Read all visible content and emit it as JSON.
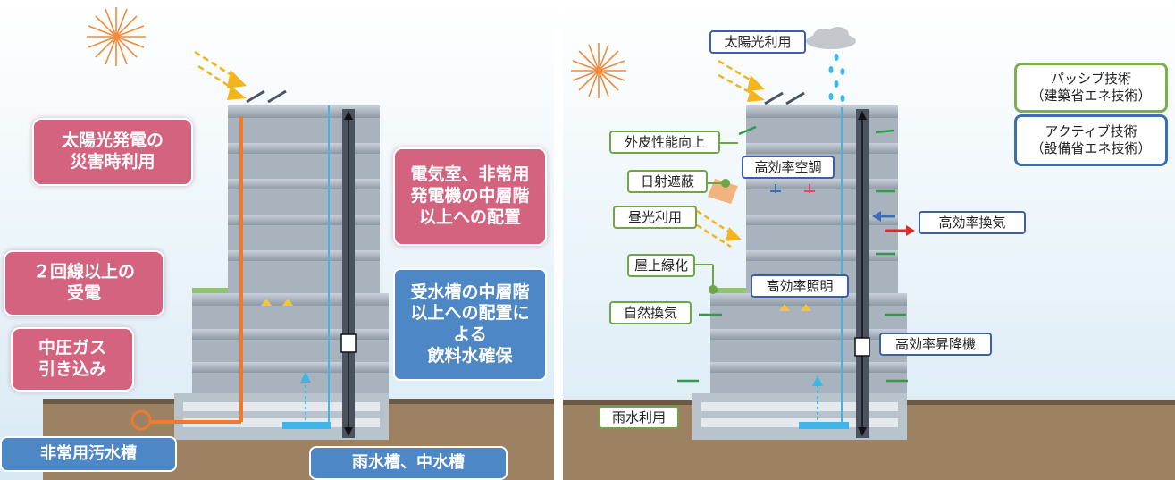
{
  "left": {
    "solar_disaster": [
      "太陽光発電の",
      "災害時利用"
    ],
    "two_lines": [
      "２回線以上の",
      "受電"
    ],
    "gas": [
      "中圧ガス",
      "引き込み"
    ],
    "electric_room": [
      "電気室、非常用",
      "発電機の中層階",
      "以上への配置"
    ],
    "water_tank": [
      "受水槽の中層階",
      "以上への配置に",
      "よる",
      "飲料水確保"
    ],
    "sewage": "非常用汚水槽",
    "rain_tank": "雨水槽、中水槽"
  },
  "right": {
    "solar_use": "太陽光利用",
    "skin": "外皮性能向上",
    "shading": "日射遮蔽",
    "daylight": "昼光利用",
    "rooftop_green": "屋上緑化",
    "natural_vent": "自然換気",
    "rainwater": "雨水利用",
    "hvac": "高効率空調",
    "ventilation": "高効率換気",
    "lighting": "高効率照明",
    "elevator": "高効率昇降機",
    "legend_passive": [
      "パッシブ技術",
      "（建築省エネ技術）"
    ],
    "legend_active": [
      "アクティブ技術",
      "（設備省エネ技術）"
    ]
  },
  "colors": {
    "pink": "#d4637f",
    "blue_solid": "#4d87c5",
    "active_border": "#3d5fa6",
    "passive_border": "#6ea646",
    "ground": "#9c8263",
    "building": "#9aa6b2",
    "pipe_orange": "#ee7a2d",
    "water_blue": "#3fb6e8"
  }
}
